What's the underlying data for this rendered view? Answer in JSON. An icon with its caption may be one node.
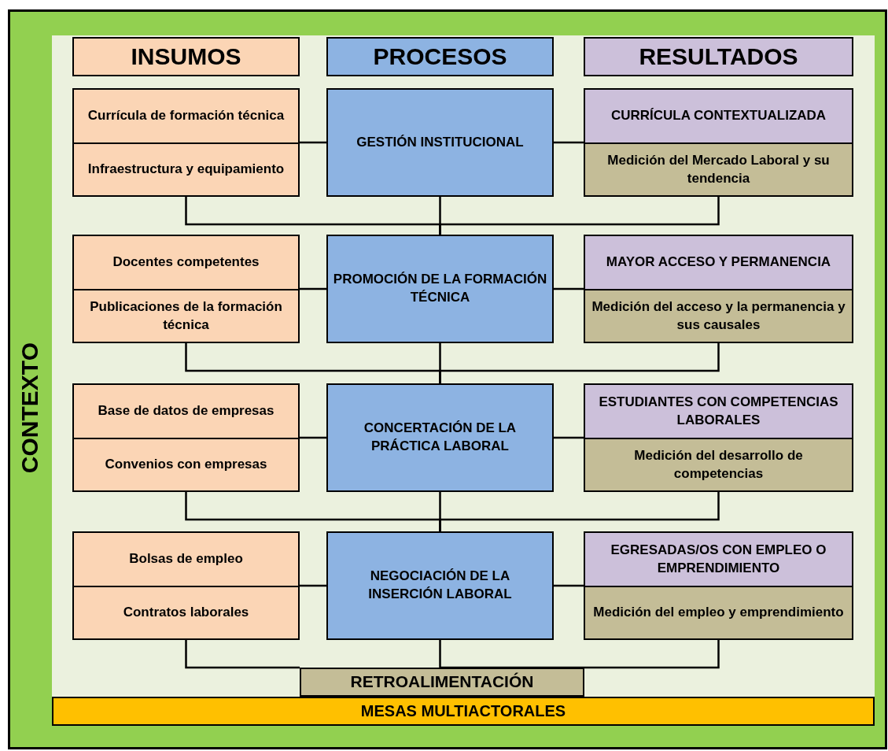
{
  "diagram": {
    "nodes": [
      {
        "text": [
          "CONTEXTO"
        ]
      },
      {
        "text": [
          "INSUMOS"
        ],
        "in": 0
      },
      {
        "text": [
          "PROCESOS"
        ],
        "in": 0
      },
      {
        "text": [
          "RESULTADOS"
        ],
        "in": 0
      },
      {
        "text": [],
        "shape": "box",
        "in": 0
      },
      {
        "text": [
          "Currícula de formación técnica"
        ],
        "in": 4
      },
      {
        "text": [
          "Infraestructura y equipamiento"
        ],
        "in": 4
      },
      {
        "text": [
          "GESTIÓN INSTITUCIONAL"
        ],
        "in": 0
      },
      {
        "text": [],
        "shape": "box",
        "in": 0
      },
      {
        "text": [
          "CURRÍCULA CONTEXTUALIZADA"
        ],
        "in": 8
      },
      {
        "text": [
          "Medición del Mercado Laboral y su tendencia"
        ],
        "in": 8
      },
      {
        "text": [],
        "shape": "box",
        "in": 0
      },
      {
        "text": [
          "Docentes competentes"
        ],
        "in": 11
      },
      {
        "text": [
          "Publicaciones de la formación técnica"
        ],
        "in": 11
      },
      {
        "text": [
          "PROMOCIÓN DE LA FORMACIÓN TÉCNICA"
        ],
        "in": 0
      },
      {
        "text": [],
        "shape": "box",
        "in": 0
      },
      {
        "text": [
          "MAYOR ACCESO Y PERMANENCIA"
        ],
        "in": 15
      },
      {
        "text": [
          "Medición del acceso y la permanencia y sus causales"
        ],
        "in": 15
      },
      {
        "text": [],
        "shape": "box",
        "in": 0
      },
      {
        "text": [
          "Base de datos de empresas"
        ],
        "in": 18
      },
      {
        "text": [
          "Convenios con empresas"
        ],
        "in": 18
      },
      {
        "text": [
          "CONCERTACIÓN DE LA PRÁCTICA LABORAL"
        ],
        "in": 0
      },
      {
        "text": [],
        "shape": "box",
        "in": 0
      },
      {
        "text": [
          "ESTUDIANTES CON COMPETENCIAS LABORALES"
        ],
        "in": 22
      },
      {
        "text": [
          "Medición del desarrollo de competencias"
        ],
        "in": 22
      },
      {
        "text": [],
        "shape": "box",
        "in": 0
      },
      {
        "text": [
          "Bolsas de empleo"
        ],
        "in": 25
      },
      {
        "text": [
          "Contratos laborales"
        ],
        "in": 25
      },
      {
        "text": [
          "NEGOCIACIÓN DE LA INSERCIÓN LABORAL"
        ],
        "in": 0
      },
      {
        "text": [],
        "shape": "box",
        "in": 0
      },
      {
        "text": [
          "EGRESADAS/OS CON EMPLEO O EMPRENDIMIENTO"
        ],
        "in": 29
      },
      {
        "text": [
          "Medición del empleo y emprendimiento"
        ],
        "in": 29
      },
      {
        "text": [
          "RETROALIMENTACIÓN"
        ],
        "in": 0
      },
      {
        "text": [
          "MESAS MULTIACTORALES"
        ],
        "in": 0
      }
    ],
    "edges": [
      {
        "from": 4,
        "to": 7,
        "arrow": "none"
      },
      {
        "from": 7,
        "to": 8,
        "arrow": "none"
      },
      {
        "from": 4,
        "to": 14,
        "arrow": "none"
      },
      {
        "from": 7,
        "to": 14,
        "arrow": "none"
      },
      {
        "from": 8,
        "to": 14,
        "arrow": "none"
      },
      {
        "from": 11,
        "to": 14,
        "arrow": "none"
      },
      {
        "from": 14,
        "to": 15,
        "arrow": "none"
      },
      {
        "from": 11,
        "to": 21,
        "arrow": "none"
      },
      {
        "from": 14,
        "to": 21,
        "arrow": "none"
      },
      {
        "from": 15,
        "to": 21,
        "arrow": "none"
      },
      {
        "from": 18,
        "to": 21,
        "arrow": "none"
      },
      {
        "from": 21,
        "to": 22,
        "arrow": "none"
      },
      {
        "from": 18,
        "to": 28,
        "arrow": "none"
      },
      {
        "from": 21,
        "to": 28,
        "arrow": "none"
      },
      {
        "from": 22,
        "to": 28,
        "arrow": "none"
      },
      {
        "from": 25,
        "to": 28,
        "arrow": "none"
      },
      {
        "from": 28,
        "to": 29,
        "arrow": "none"
      },
      {
        "from": 25,
        "to": 32,
        "arrow": "none"
      },
      {
        "from": 28,
        "to": 32,
        "arrow": "none"
      },
      {
        "from": 29,
        "to": 32,
        "arrow": "none"
      }
    ]
  }
}
